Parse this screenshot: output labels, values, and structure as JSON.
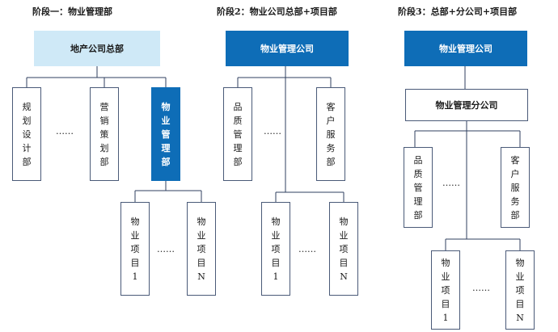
{
  "stages": [
    {
      "title": "阶段一：物业管理部",
      "top": "地产公司总部",
      "departments": [
        "规划设计部",
        "营销策划部",
        "物业管理部"
      ],
      "department_dots": "……",
      "projects": [
        "物业项目1",
        "物业项目N"
      ],
      "project_dots": "……"
    },
    {
      "title": "阶段2：物业公司总部+项目部",
      "top": "物业管理公司",
      "departments": [
        "品质管理部",
        "客户服务部"
      ],
      "department_dots": "……",
      "projects": [
        "物业项目1",
        "物业项目N"
      ],
      "project_dots": "……"
    },
    {
      "title": "阶段3：总部+分公司+项目部",
      "top": "物业管理公司",
      "branch": "物业管理分公司",
      "departments": [
        "品质管理部",
        "客户服务部"
      ],
      "department_dots": "……",
      "projects": [
        "物业项目1",
        "物业项目N"
      ],
      "project_dots": "……"
    }
  ],
  "colors": {
    "dark_fill": "#0e6db7",
    "light_fill": "#cfe9f7",
    "border": "#4a5a78",
    "connector": "#2f3f5f"
  }
}
